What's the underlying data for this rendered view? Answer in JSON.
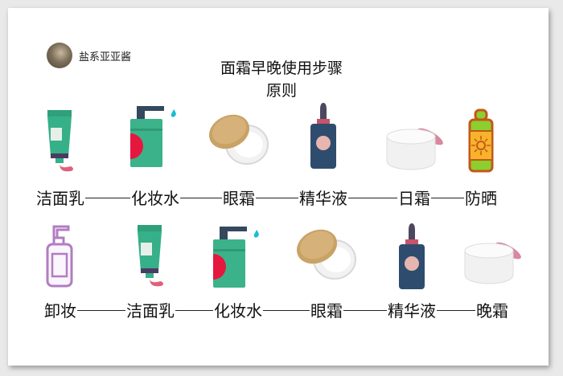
{
  "author": {
    "name": "盐系亚亚酱"
  },
  "title": {
    "line1": "面霜早晚使用步骤",
    "line2": "原则"
  },
  "morning": {
    "steps": [
      {
        "label": "洁面乳",
        "icon": "cleanser-tube-icon"
      },
      {
        "label": "化妆水",
        "icon": "toner-pump-bottle-icon"
      },
      {
        "label": "眼霜",
        "icon": "eye-cream-jar-icon"
      },
      {
        "label": "精华液",
        "icon": "serum-dropper-bottle-icon"
      },
      {
        "label": "日霜",
        "icon": "day-cream-jar-icon"
      },
      {
        "label": "防晒",
        "icon": "sunscreen-bottle-icon"
      }
    ]
  },
  "evening": {
    "steps": [
      {
        "label": "卸妆",
        "icon": "makeup-remover-pump-icon"
      },
      {
        "label": "洁面乳",
        "icon": "cleanser-tube-icon"
      },
      {
        "label": "化妆水",
        "icon": "toner-pump-bottle-icon"
      },
      {
        "label": "眼霜",
        "icon": "eye-cream-jar-icon"
      },
      {
        "label": "精华液",
        "icon": "serum-dropper-bottle-icon"
      },
      {
        "label": "晚霜",
        "icon": "night-cream-jar-icon"
      }
    ]
  }
}
